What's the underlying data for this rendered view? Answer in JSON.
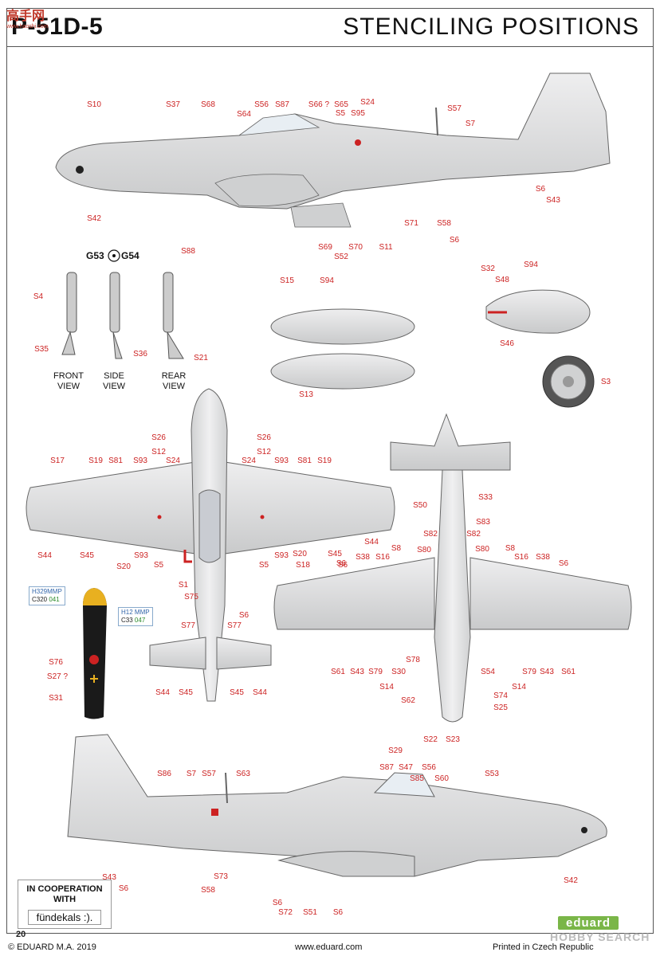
{
  "header": {
    "model": "P-51D-5",
    "title": "STENCILING POSITIONS",
    "logo_text": "高手网",
    "logo_sub": "www.haoshi.com"
  },
  "colors": {
    "stencil_red": "#cc2222",
    "aircraft_silver": "#d9dadb",
    "prop_black": "#1a1a1a",
    "prop_tip_yellow": "#e8b020"
  },
  "views": {
    "front": "FRONT\nVIEW",
    "side": "SIDE\nVIEW",
    "rear": "REAR\nVIEW"
  },
  "gear_labels": {
    "g53": "G53",
    "g54": "G54"
  },
  "paints": [
    {
      "code": "H329",
      "brand": "MMP",
      "mix": "C320",
      "num": "041"
    },
    {
      "code": "H12",
      "brand": "MMP",
      "mix": "C33",
      "num": "047"
    }
  ],
  "stencils": {
    "top_side": [
      "S10",
      "S37",
      "S68",
      "S56",
      "S87",
      "S66 ?",
      "S65",
      "S24",
      "S64",
      "S5",
      "S95",
      "S57",
      "S7",
      "S42",
      "S88",
      "S6",
      "S69",
      "S52",
      "S70",
      "S11",
      "S71",
      "S58",
      "S6",
      "S43"
    ],
    "gear": [
      "S4",
      "S35",
      "S36",
      "S21"
    ],
    "tanks": [
      "S15",
      "S94",
      "S13",
      "S32",
      "S48",
      "S94",
      "S46",
      "S3"
    ],
    "wing_top": [
      "S26",
      "S12",
      "S17",
      "S19",
      "S81",
      "S93",
      "S24",
      "S26",
      "S12",
      "S24",
      "S93",
      "S81",
      "S19",
      "S44",
      "S45",
      "S20",
      "S93",
      "S5",
      "S1",
      "S75",
      "S5",
      "S93",
      "S20",
      "S18",
      "S45",
      "S44",
      "S6",
      "S77",
      "S6",
      "S77",
      "S44",
      "S45",
      "S45",
      "S44"
    ],
    "wing_bottom": [
      "S50",
      "S33",
      "S83",
      "S82",
      "S82",
      "S38",
      "S16",
      "S8",
      "S80",
      "S80",
      "S8",
      "S16",
      "S38",
      "S6",
      "S6",
      "S61",
      "S43",
      "S79",
      "S30",
      "S78",
      "S54",
      "S79",
      "S43",
      "S61",
      "S14",
      "S14",
      "S74",
      "S62",
      "S25",
      "S22",
      "S23"
    ],
    "prop": [
      "S76",
      "S27 ?",
      "S31"
    ],
    "bottom_side": [
      "S29",
      "S87",
      "S47",
      "S56",
      "S86",
      "S7",
      "S57",
      "S63",
      "S85",
      "S60",
      "S53",
      "S43",
      "S6",
      "S73",
      "S58",
      "S6",
      "S72",
      "S51",
      "S6",
      "S42"
    ]
  },
  "cooperation": {
    "line1": "IN COOPERATION",
    "line2": "WITH",
    "brand": "fündekals :)."
  },
  "footer": {
    "page": "20",
    "copyright": "© EDUARD M.A. 2019",
    "url": "www.eduard.com",
    "printed": "Printed in Czech Republic",
    "eduard_logo": "eduard",
    "watermark": "HOBBY SEARCH"
  }
}
